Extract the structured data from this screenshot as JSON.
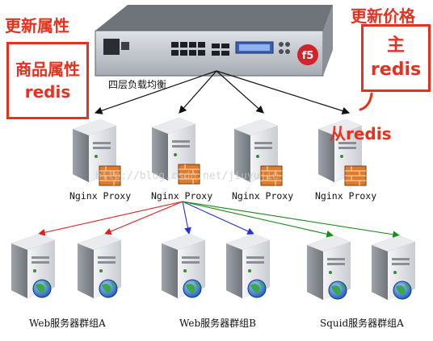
{
  "annotations": {
    "top_left": "更新属性",
    "top_right": "更新价格",
    "left_box": "商品属性redis",
    "right_box_line1": "主",
    "right_box_line2": "redis",
    "slave": "从redis"
  },
  "load_balancer": {
    "label": "四层负载均衡",
    "logo": "f5"
  },
  "proxies": [
    "Nginx Proxy",
    "Nginx Proxy",
    "Nginx Proxy",
    "Nginx Proxy"
  ],
  "groups": [
    "Web服务器群组A",
    "Web服务器群组B",
    "Squid服务器群组A"
  ],
  "watermark": "http://blog.csdn.net/jiuyujie",
  "colors": {
    "annotation": "#e8301e",
    "arrow_group_a": "#e02020",
    "arrow_group_b": "#2233dd",
    "arrow_group_c": "#1a8a1a",
    "arrow_lb": "#111111"
  }
}
